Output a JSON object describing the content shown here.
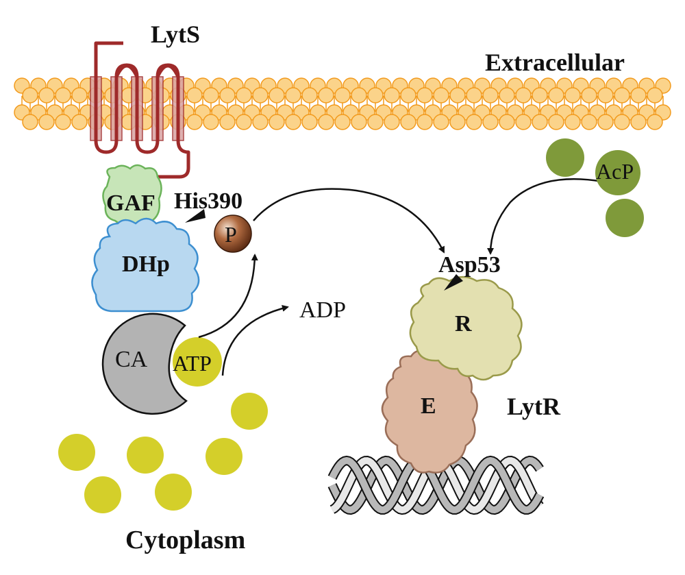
{
  "labels": {
    "lyts": "LytS",
    "extracellular": "Extracellular",
    "gaf": "GAF",
    "his390": "His390",
    "phospho": "P",
    "dhp": "DHp",
    "ca": "CA",
    "atp": "ATP",
    "adp": "ADP",
    "acp": "AcP",
    "asp53": "Asp53",
    "r_domain": "R",
    "e_domain": "E",
    "lytr": "LytR",
    "cytoplasm": "Cytoplasm"
  },
  "colors": {
    "lipid_head": "#fbd38a",
    "lipid_stroke": "#f29a1c",
    "lyts_helix": "#9e2a2a",
    "lyts_helix_fill": "#d9a3a3",
    "gaf_fill": "#c7e5b8",
    "gaf_stroke": "#6bb35a",
    "dhp_fill": "#b8d8f0",
    "dhp_stroke": "#3d8fd0",
    "ca_fill": "#b0b0b0",
    "atp_fill": "#d4cf2a",
    "phospho_fill": "#8b4a28",
    "acp_fill": "#7f9a3a",
    "r_fill": "#e3e0b0",
    "r_stroke": "#9a9a4a",
    "e_fill": "#ddb7a0",
    "e_stroke": "#9a6e58",
    "dna": "#b8b8b8"
  }
}
